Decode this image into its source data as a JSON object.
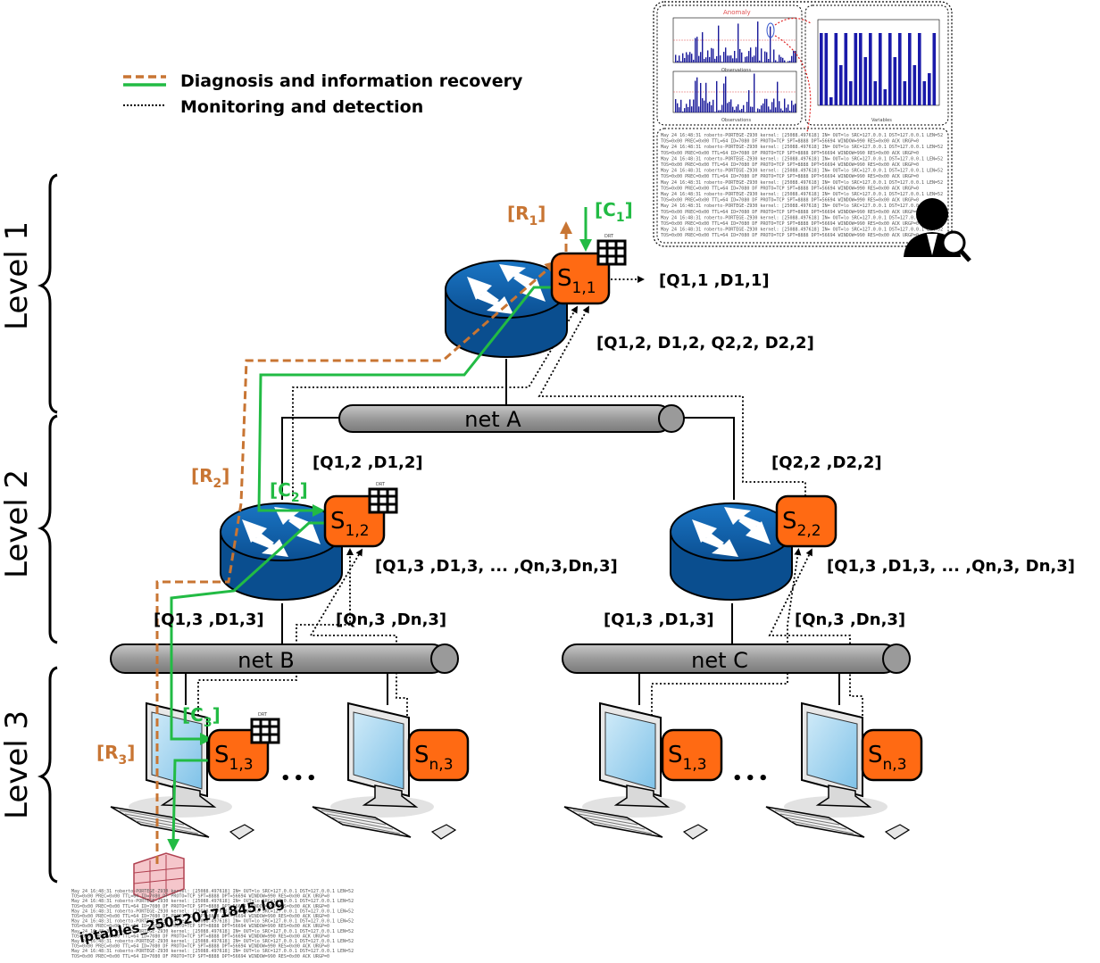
{
  "legend": {
    "diagnosis": "Diagnosis and information recovery",
    "monitoring": "Monitoring and detection"
  },
  "levels": [
    "Level 1",
    "Level 2",
    "Level 3"
  ],
  "networks": {
    "a": "net A",
    "b": "net B",
    "c": "net C"
  },
  "nodes": {
    "s11": {
      "base": "S",
      "sub": "1,1"
    },
    "s12": {
      "base": "S",
      "sub": "1,2"
    },
    "s22": {
      "base": "S",
      "sub": "2,2"
    },
    "s13": {
      "base": "S",
      "sub": "1,3"
    },
    "sn3": {
      "base": "S",
      "sub": "n,3"
    },
    "s13c": {
      "base": "S",
      "sub": "1,3"
    },
    "sn3c": {
      "base": "S",
      "sub": "n,3"
    }
  },
  "drt": "DRT",
  "ellipsis": "•••",
  "requests": {
    "r1": "R",
    "r1sub": "1",
    "r2": "R",
    "r2sub": "2",
    "r3": "R",
    "r3sub": "3"
  },
  "commands": {
    "c1": "C",
    "c1sub": "1",
    "c2": "C",
    "c2sub": "2",
    "c3": "C",
    "c3sub": "3"
  },
  "labels": {
    "q11": "[Q1,1 ,D1,1]",
    "q12group": "[Q1,2, D1,2, Q2,2, D2,2]",
    "q12": "[Q1,2 ,D1,2]",
    "q22": "[Q2,2 ,D2,2]",
    "q13left": "[Q1,3 ,D1,3, ... ,Qn,3,Dn,3]",
    "q13right": "[Q1,3 ,D1,3, ... ,Qn,3, Dn,3]",
    "q13b": "[Q1,3 ,D1,3]",
    "qn3b": "[Qn,3 ,Dn,3]",
    "q13c": "[Q1,3 ,D1,3]",
    "qn3c": "[Qn,3 ,Dn,3]"
  },
  "panel": {
    "anomaly": "Anomaly",
    "xlabel1": "Observations",
    "xlabel2": "Observations",
    "xlabel3": "Variables",
    "loglines": [
      "May 24 16:48:31 roberto-PORTEGE-Z930 kernel: [25088.497618] IN= OUT=lo SRC=127.0.0.1 DST=127.0.0.1 LEN=52",
      "TOS=0x00 PREC=0x00 TTL=64 ID=7080 DF PROTO=TCP SPT=8888 DPT=56694 WINDOW=990 RES=0x00 ACK URGP=0"
    ]
  },
  "logfile": "iptables_250520171845.log"
}
